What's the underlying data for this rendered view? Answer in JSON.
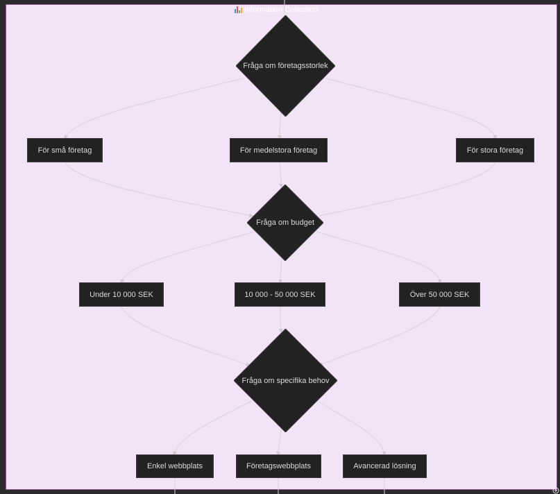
{
  "cluster": {
    "title": "Information Collection",
    "title_icon": "bar-chart-icon"
  },
  "nodes": {
    "q_size": "Fråga om företagsstorlek",
    "small": "För små företag",
    "medium": "För medelstora företag",
    "large": "För stora företag",
    "q_budget": "Fråga om budget",
    "budget_low": "Under 10 000 SEK",
    "budget_mid": "10 000 - 50 000 SEK",
    "budget_high": "Över 50 000 SEK",
    "q_needs": "Fråga om specifika behov",
    "simple_site": "Enkel webbplats",
    "business_site": "Företagswebbplats",
    "advanced": "Avancerad lösning"
  },
  "colors": {
    "background": "#2b2b2b",
    "cluster_fill": "#f3e3f6",
    "cluster_border": "#8e5a99",
    "node_fill": "#222222",
    "node_text": "#d9d9d9",
    "edge": "#d8d0da"
  },
  "icons": {
    "zoom": "zoom-in-icon"
  }
}
